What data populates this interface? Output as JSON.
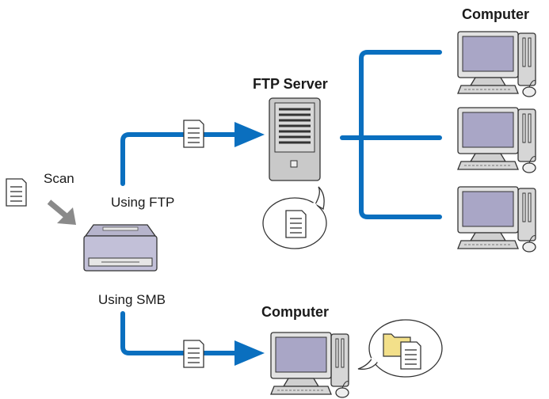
{
  "labels": {
    "scan": "Scan",
    "using_ftp": "Using FTP",
    "using_smb": "Using SMB",
    "ftp_server": "FTP Server",
    "computer_top": "Computer",
    "computer_bottom": "Computer"
  },
  "colors": {
    "line_blue": "#0a6fbf",
    "arrow_gray": "#8a8a8a",
    "screen": "#a9a6c6",
    "device_gray": "#c9c9c9",
    "printer_body": "#c2c0d8",
    "folder": "#f3e08a"
  },
  "icons": [
    "document-icon",
    "printer-icon",
    "server-icon",
    "computer-icon",
    "folder-icon",
    "speech-bubble-icon",
    "arrow-icon"
  ]
}
